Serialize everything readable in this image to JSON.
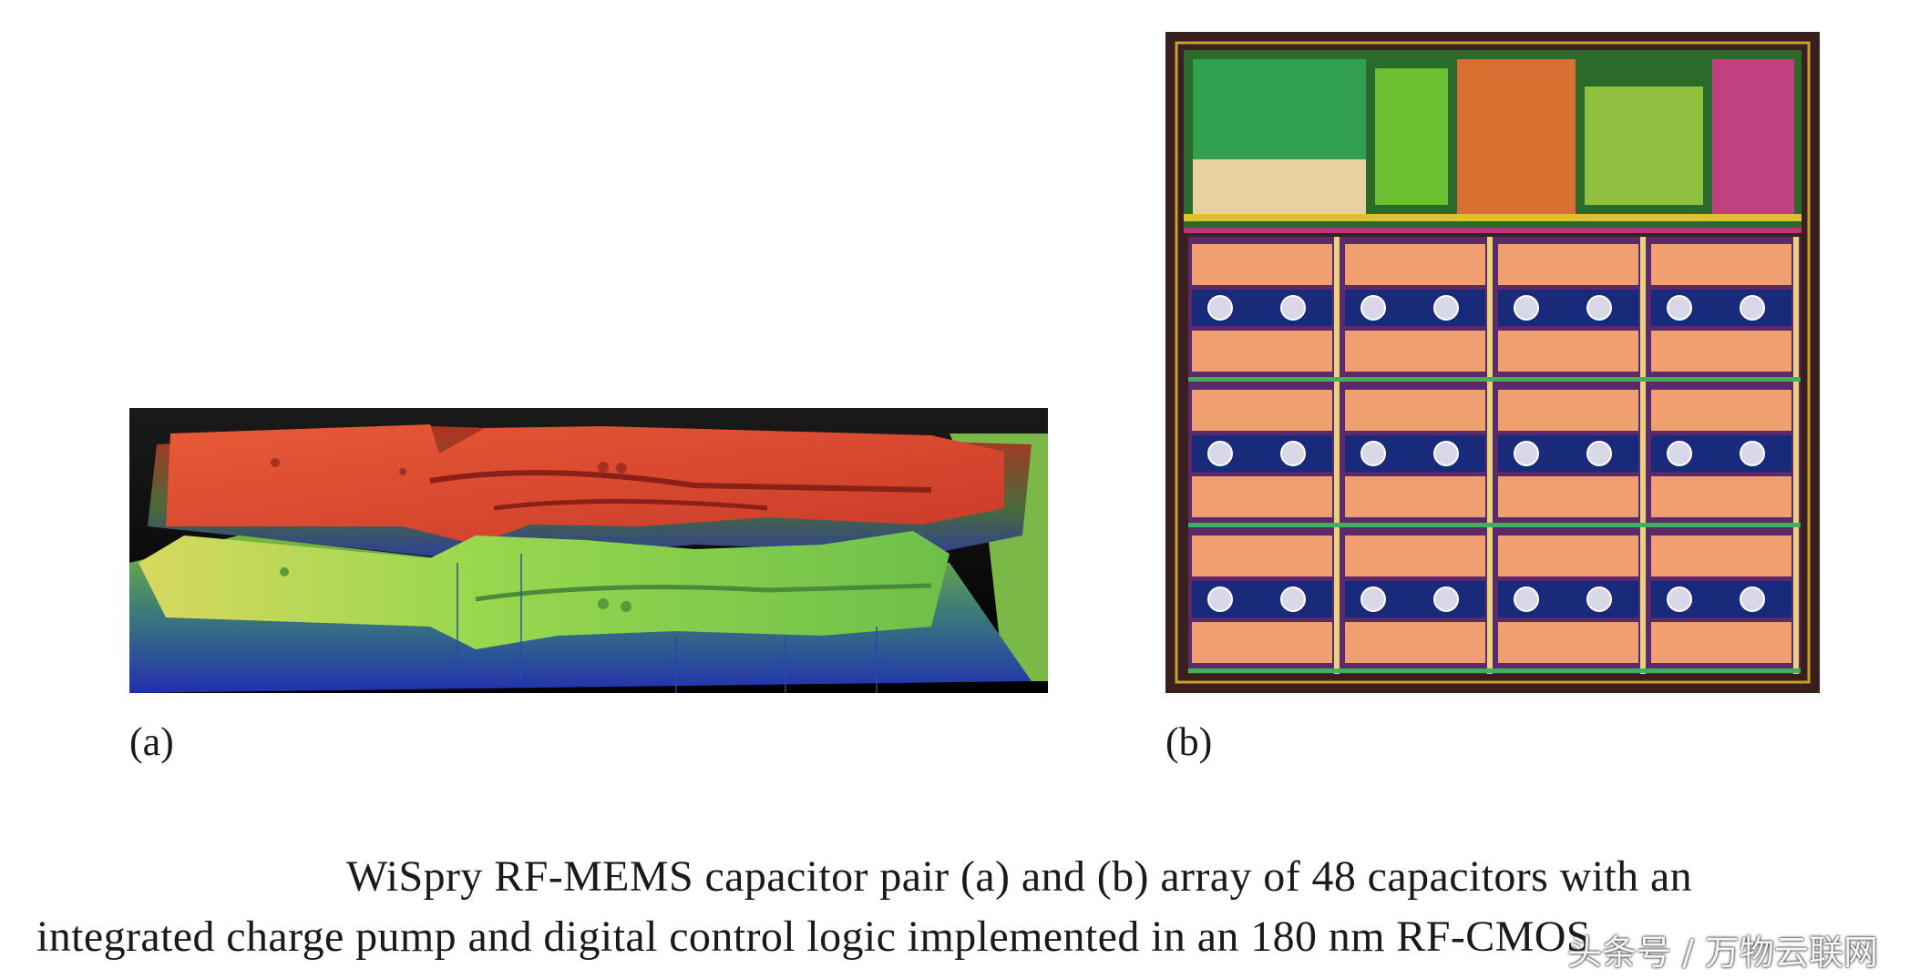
{
  "panels": [
    {
      "id": "a",
      "label": "(a)"
    },
    {
      "id": "b",
      "label": "(b)"
    }
  ],
  "caption": {
    "line1": "WiSpry RF-MEMS capacitor pair (a) and (b) array of 48 capacitors with an",
    "line2": "integrated charge pump and digital control logic implemented in an 180 nm RF-CMOS"
  },
  "watermark": "头条号 / 万物云联网",
  "colors": {
    "red_surface": "#d9452a",
    "green_surface": "#8ccf4a",
    "orange_pad": "#f0a070",
    "navy_block": "#1a2a7a",
    "chip_border": "#3a1f1f"
  }
}
